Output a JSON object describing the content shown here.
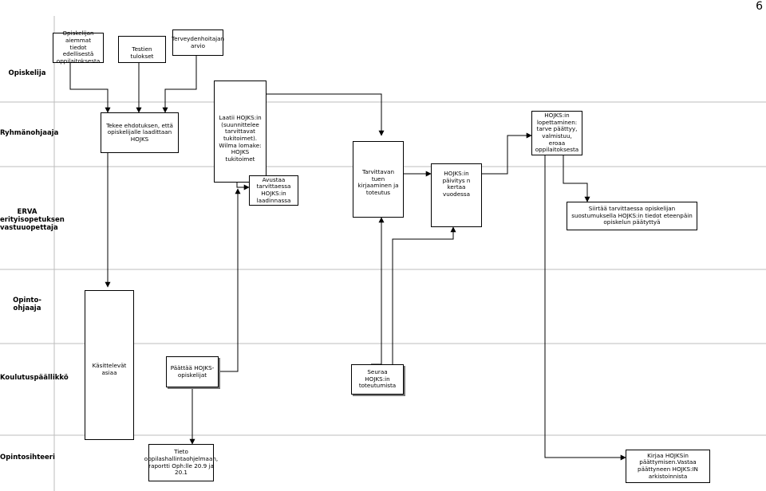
{
  "page_number": "6",
  "lanes": [
    {
      "id": "opiskelija",
      "label": "Opiskelija"
    },
    {
      "id": "ryhmanohjaaja",
      "label": "Ryhmänohjaaja"
    },
    {
      "id": "erva",
      "label": "ERVA erityisopetuksen vastuuopettaja"
    },
    {
      "id": "opinto_ohjaaja",
      "label": "Opinto-ohjaaja"
    },
    {
      "id": "koulutuspaallikko",
      "label": "Koulutuspäällikkö"
    },
    {
      "id": "opintosihteeri",
      "label": "Opintosihteeri"
    }
  ],
  "boxes": {
    "aiemmat_tiedot": "Opiskelijan aiemmat tiedot edellisestä oppilaitoksesta",
    "testien_tulokset": "Testien tulokset",
    "terveydenhoitajan_arvio": "Terveydenhoitajan arvio",
    "tekee_ehdotuksen": "Tekee ehdotuksen, että opiskelijalle laadittaan HOJKS",
    "laatii_hojks": "Laatii HOJKS:in (suunnittelee tarvittavat tukitoimet). Wilma lomake: HOJKS tukitoimet",
    "avustaa": "Avustaa tarvittaessa HOJKS:in laadinnassa",
    "tarvittavan_tuen": "Tarvittavan tuen kirjaaminen ja toteutus",
    "paivitys": "HOJKS:in päivitys n kertaa vuodessa",
    "lopettaminen": "HOJKS:in lopettaminen: tarve päättyy, valmistuu, eroaa oppilaitoksesta",
    "siirtaa": "Siirtää tarvittaessa opiskelijan suostumuksella HOJKS:in tiedot eteenpäin opiskelun päätyttyä",
    "kasittelevat": "Käsittelevät asiaa",
    "paattaa": "Päättää HOJKS-opiskelijat",
    "seuraa": "Seuraa HOJKS:in toteutumista",
    "tieto": "Tieto oppilashallintaohjelmaan, raportti Oph:lle 20.9 ja 20.1",
    "kirjaa": "Kirjaa HOJKSin päättymisen.Vastaa päättyneen HOJKS:IN arkistoinnista"
  }
}
